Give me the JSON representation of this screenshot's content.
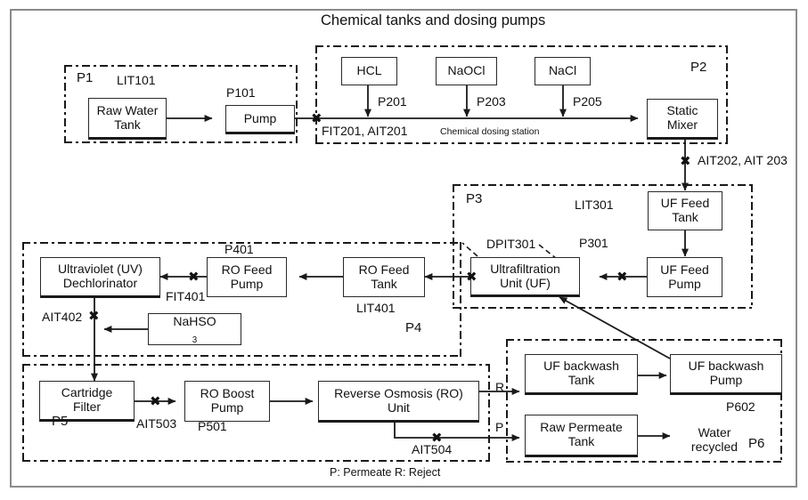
{
  "diagram": {
    "title": "Chemical tanks and dosing pumps",
    "legend": "P: Permeate  R: Reject",
    "colors": {
      "frame": "#8b8b8b",
      "zone_border": "#1a1a1a",
      "box_border": "#2a2a2a",
      "text": "#111111",
      "background": "#ffffff"
    }
  },
  "zones": {
    "p1": {
      "tag": "P1"
    },
    "p2": {
      "tag": "P2"
    },
    "p3": {
      "tag": "P3"
    },
    "p4": {
      "tag": "P4"
    },
    "p5": {
      "tag": "P5"
    },
    "p6": {
      "tag": "P6"
    }
  },
  "equipment": {
    "raw_water_tank": {
      "line1": "Raw Water",
      "line2": "Tank"
    },
    "pump_p101": {
      "line1": "Pump"
    },
    "hcl_tank": {
      "line1": "HCL"
    },
    "naocl_tank": {
      "line1": "NaOCl"
    },
    "nacl_tank": {
      "line1": "NaCl"
    },
    "static_mixer": {
      "line1": "Static",
      "line2": "Mixer"
    },
    "uf_feed_tank": {
      "line1": "UF Feed",
      "line2": "Tank"
    },
    "uf_feed_pump": {
      "line1": "UF Feed",
      "line2": "Pump"
    },
    "uf_unit": {
      "line1": "Ultrafiltration",
      "line2": "Unit (UF)"
    },
    "ro_feed_tank": {
      "line1": "RO Feed",
      "line2": "Tank"
    },
    "ro_feed_pump": {
      "line1": "RO Feed",
      "line2": "Pump"
    },
    "uv_dechlorinator": {
      "line1": "Ultraviolet (UV)",
      "line2": "Dechlorinator"
    },
    "nahso3_tank": {
      "line1": "NaHSO",
      "sub": "3"
    },
    "cartridge_filter": {
      "line1": "Cartridge",
      "line2": "Filter"
    },
    "ro_boost_pump": {
      "line1": "RO Boost",
      "line2": "Pump"
    },
    "ro_unit": {
      "line1": "Reverse Osmosis (RO)",
      "line2": "Unit"
    },
    "uf_backwash_tank": {
      "line1": "UF backwash",
      "line2": "Tank"
    },
    "uf_backwash_pump": {
      "line1": "UF backwash",
      "line2": "Pump"
    },
    "raw_permeate_tank": {
      "line1": "Raw Permeate",
      "line2": "Tank"
    },
    "water_recycled": {
      "line1": "Water",
      "line2": "recycled"
    }
  },
  "tags": {
    "lit101": "LIT101",
    "p101": "P101",
    "p201": "P201",
    "p203": "P203",
    "p205": "P205",
    "fit201_ait201": "FIT201, AIT201",
    "chemical_dosing_station": "Chemical dosing station",
    "ait202_ait203": "AIT202, AIT 203",
    "lit301": "LIT301",
    "p301": "P301",
    "dpit301": "DPIT301",
    "p401": "P401",
    "fit401": "FIT401",
    "lit401": "LIT401",
    "ait402": "AIT402",
    "ait503": "AIT503",
    "p501": "P501",
    "ait504": "AIT504",
    "p602": "P602",
    "reject_label": "R",
    "permeate_label": "P"
  }
}
